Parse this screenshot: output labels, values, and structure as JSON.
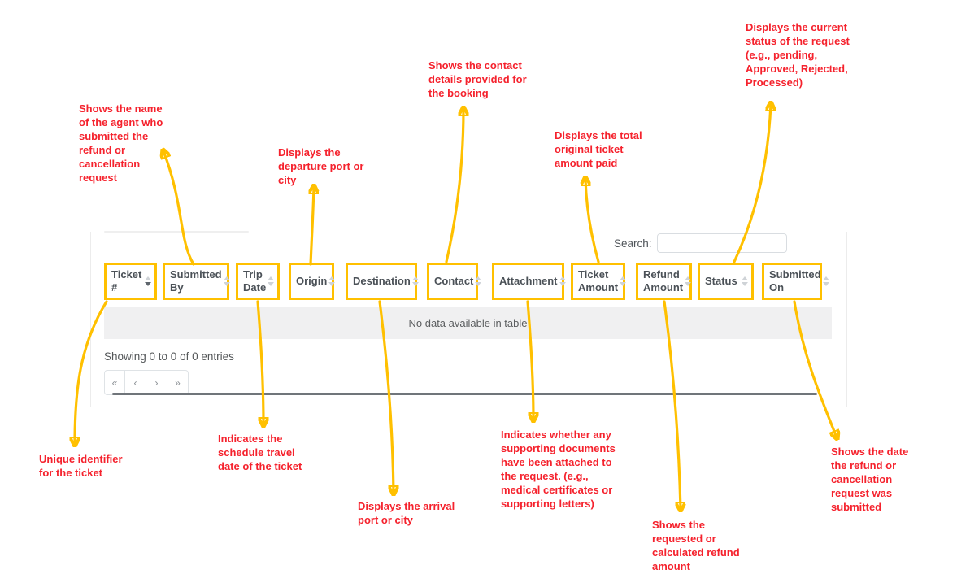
{
  "colors": {
    "annotation_red": "#f5222d",
    "highlight_yellow": "#ffc000",
    "empty_row_bg": "#f0f0f1"
  },
  "table": {
    "search_label": "Search:",
    "search_value": "",
    "columns": [
      {
        "label": "Ticket #"
      },
      {
        "label": "Submitted By"
      },
      {
        "label": "Trip Date"
      },
      {
        "label": "Origin"
      },
      {
        "label": "Destination"
      },
      {
        "label": "Contact"
      },
      {
        "label": "Attachment"
      },
      {
        "label": "Ticket Amount"
      },
      {
        "label": "Refund Amount"
      },
      {
        "label": "Status"
      },
      {
        "label": "Submitted On"
      }
    ],
    "empty_message": "No data available in table",
    "info_text": "Showing 0 to 0 of 0 entries",
    "pagination": {
      "first": "«",
      "previous": "‹",
      "next": "›",
      "last": "»"
    }
  },
  "annotations": [
    {
      "target": "submitted-by",
      "text": "Shows the name of the agent who submitted the refund or cancellation request"
    },
    {
      "target": "origin",
      "text": "Displays the departure port or city"
    },
    {
      "target": "contact",
      "text": "Shows the contact details provided for the booking"
    },
    {
      "target": "ticket-amount",
      "text": "Displays the total original ticket amount paid"
    },
    {
      "target": "status",
      "text": "Displays the current status of the request (e.g., pending, Approved, Rejected, Processed)"
    },
    {
      "target": "ticket-number",
      "text": "Unique identifier for the ticket"
    },
    {
      "target": "trip-date",
      "text": "Indicates the schedule travel date of the ticket"
    },
    {
      "target": "destination",
      "text": "Displays the arrival port or city"
    },
    {
      "target": "attachment",
      "text": "Indicates whether any supporting documents have been attached to the request. (e.g., medical certificates or supporting letters)"
    },
    {
      "target": "refund-amount",
      "text": "Shows the requested or calculated refund amount"
    },
    {
      "target": "submitted-on",
      "text": "Shows the date the refund or cancellation request was submitted"
    }
  ]
}
